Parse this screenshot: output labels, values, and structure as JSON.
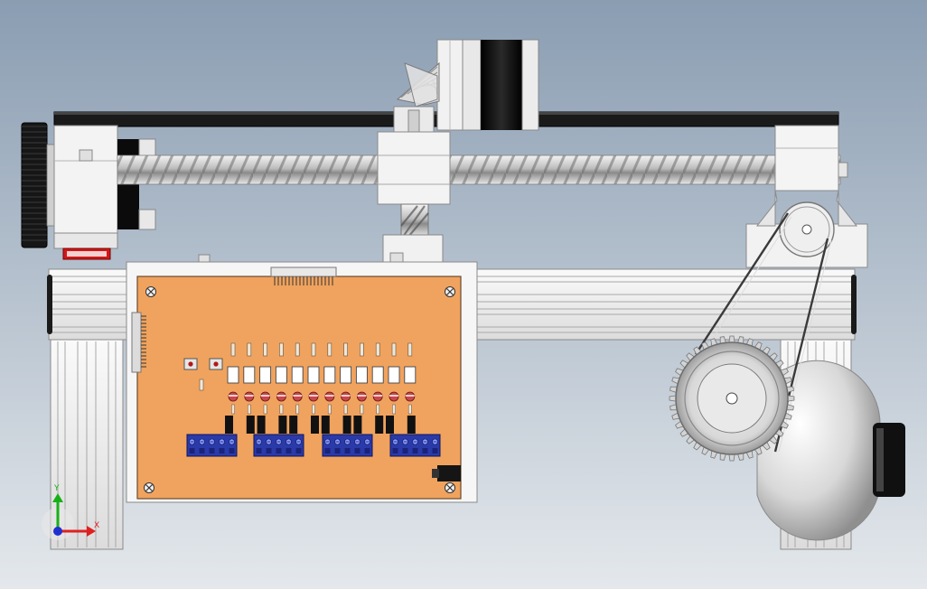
{
  "viewport": {
    "background_top": "#8a9db2",
    "background_bottom": "#e4e8ec"
  },
  "colors": {
    "pcb": "#f0a35e",
    "pcb_border": "#6b4a2e",
    "terminal_block": "#2a3aa8",
    "motor_body": "#111111",
    "rail": "#f2f2f2",
    "bearing_red": "#d01818",
    "metal_light": "#efefef",
    "metal_dark": "#555555",
    "axis_x": "#e02020",
    "axis_y": "#18b018",
    "axis_origin": "#2030d0"
  },
  "triad": {
    "x_label": "X",
    "y_label": "Y"
  },
  "pcb": {
    "led_count": 12,
    "terminal_groups": 4,
    "terminals_per_group": 5
  }
}
